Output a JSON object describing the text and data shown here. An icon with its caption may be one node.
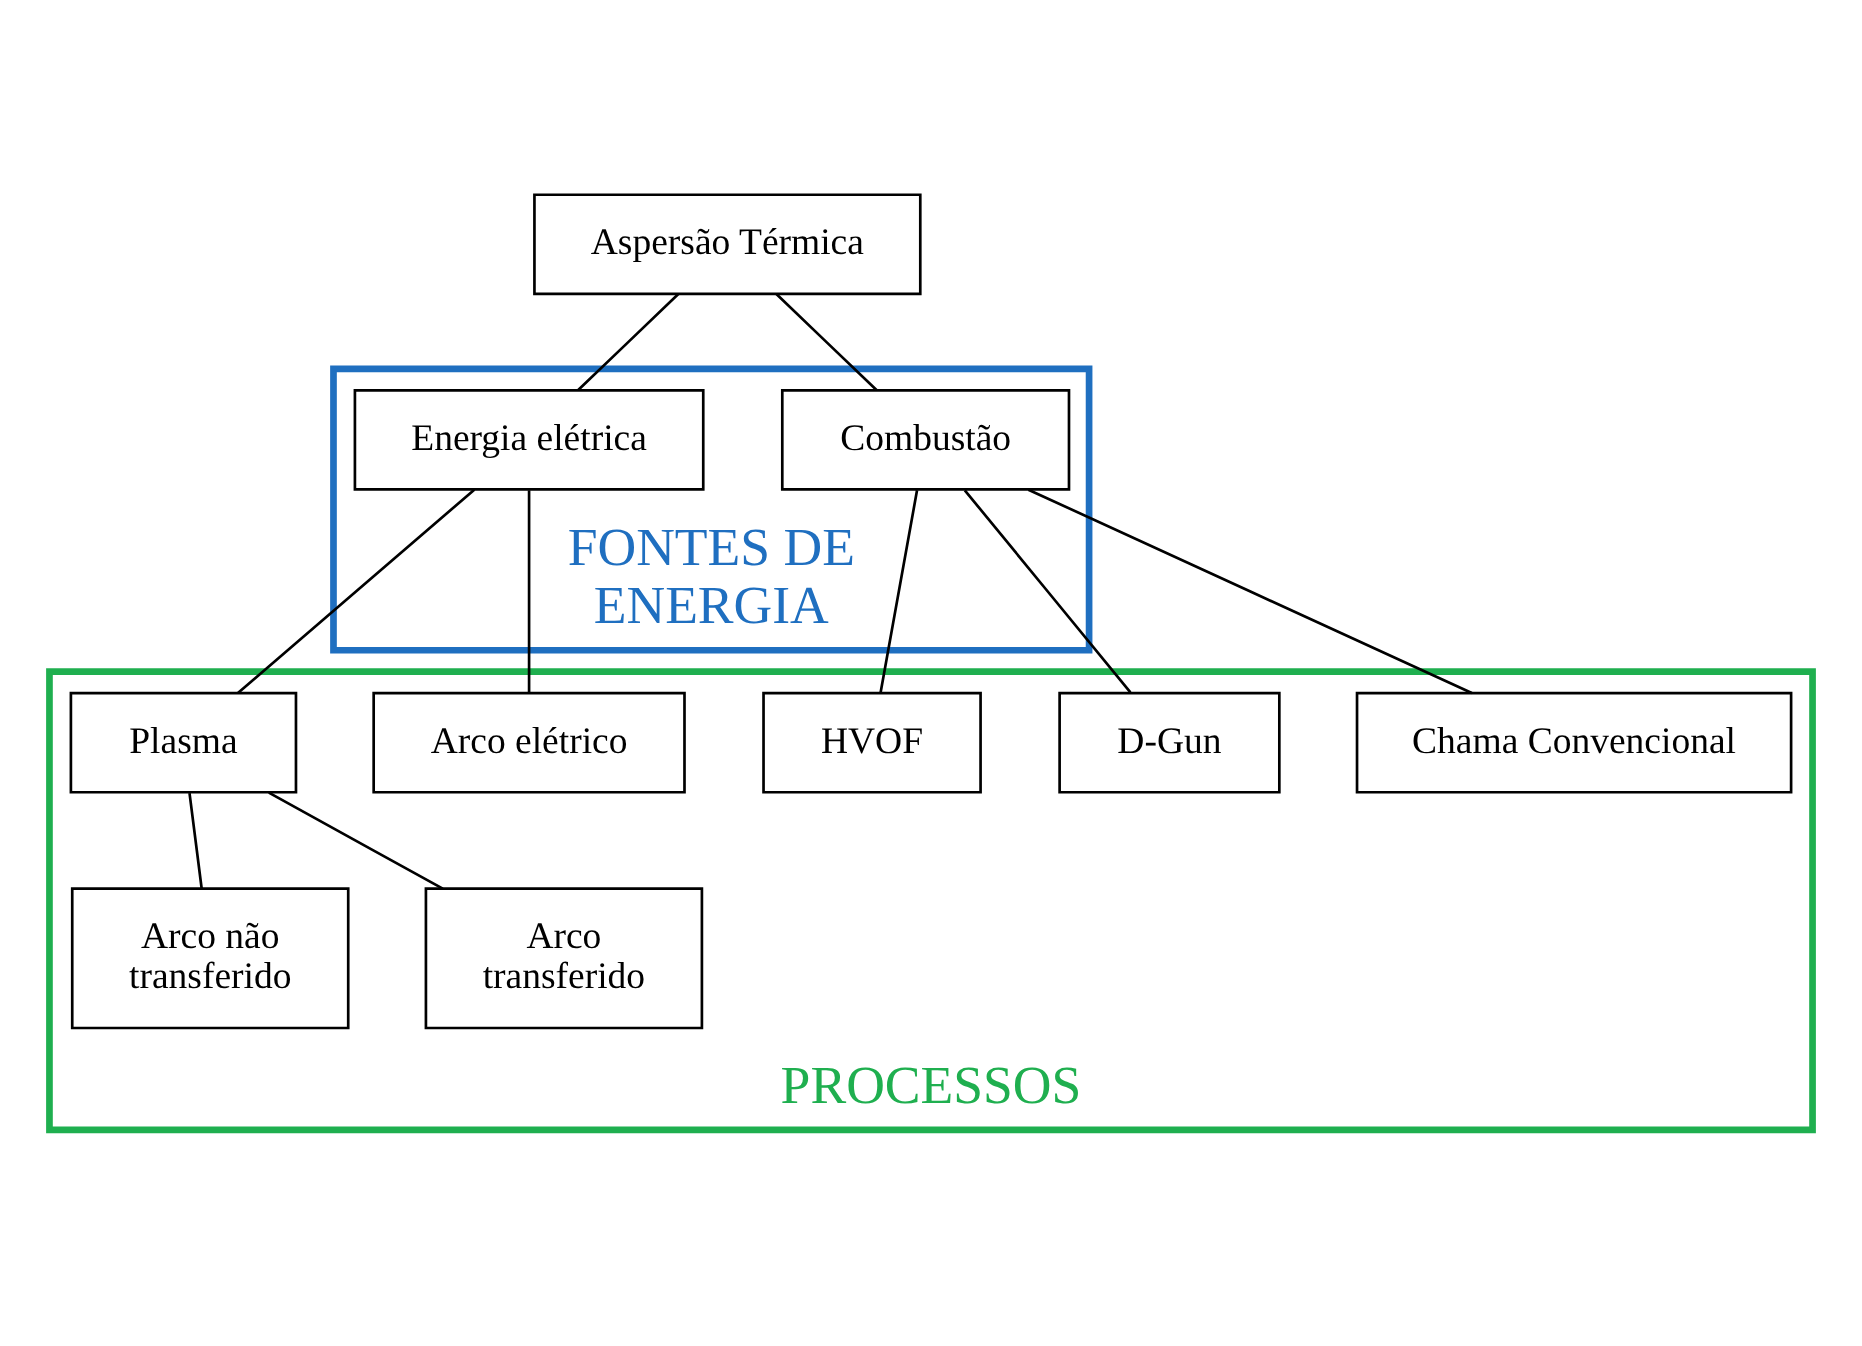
{
  "diagram": {
    "nodes": [
      {
        "text": [
          "Aspersão Térmica"
        ]
      },
      {
        "text": [
          "FONTES DE ENERGIA"
        ]
      },
      {
        "text": [
          "Combustão"
        ],
        "in": 1
      },
      {
        "text": [
          "Energia elétrica"
        ],
        "in": 1
      },
      {
        "text": [
          "PROCESSOS"
        ]
      },
      {
        "text": [
          "Chama Convencional"
        ],
        "in": 4
      },
      {
        "text": [
          "D-Gun"
        ],
        "in": 4
      },
      {
        "text": [
          "HVOF"
        ],
        "in": 4
      },
      {
        "text": [
          "Arco elétrico"
        ],
        "in": 4
      },
      {
        "text": [
          "Plasma"
        ],
        "in": 4
      },
      {
        "text": [
          "Arco não transferido"
        ],
        "in": 4
      },
      {
        "text": [
          "Arco transferido"
        ],
        "in": 4
      }
    ],
    "edges": [
      {
        "from": 0,
        "to": 2,
        "arrow": "none"
      },
      {
        "from": 0,
        "to": 3,
        "arrow": "none"
      },
      {
        "from": 2,
        "to": 5,
        "arrow": "none"
      },
      {
        "from": 2,
        "to": 6,
        "arrow": "none"
      },
      {
        "from": 2,
        "to": 7,
        "arrow": "none"
      },
      {
        "from": 3,
        "to": 8,
        "arrow": "none"
      },
      {
        "from": 3,
        "to": 9,
        "arrow": "none"
      },
      {
        "from": 9,
        "to": 10,
        "arrow": "none"
      },
      {
        "from": 9,
        "to": 11,
        "arrow": "none"
      }
    ]
  }
}
